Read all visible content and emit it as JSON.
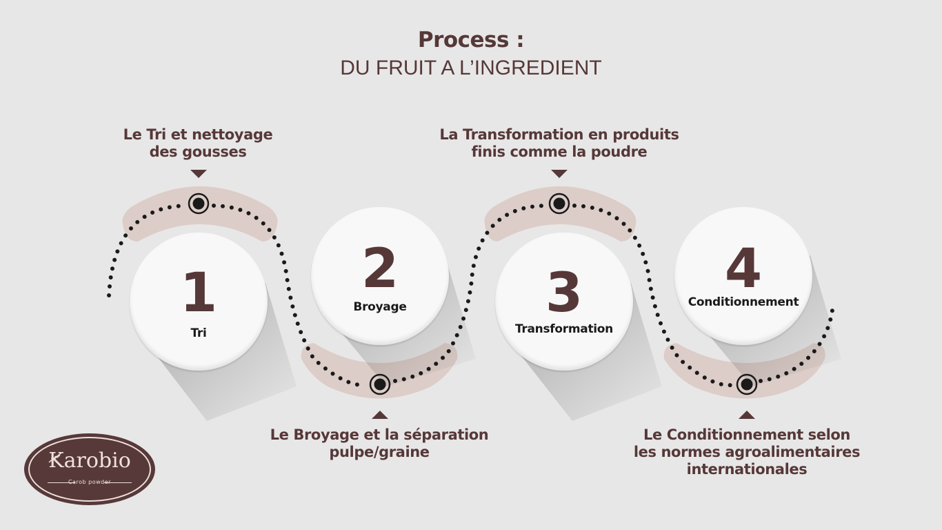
{
  "header": {
    "title": "Process :",
    "subtitle": "DU FRUIT A L’INGREDIENT"
  },
  "steps": [
    {
      "number": "1",
      "name": "Tri",
      "description_lines": [
        "Le Tri et nettoyage",
        "des gousses"
      ],
      "label_position": "top"
    },
    {
      "number": "2",
      "name": "Broyage",
      "description_lines": [
        "Le Broyage et la séparation",
        "pulpe/graine"
      ],
      "label_position": "bottom"
    },
    {
      "number": "3",
      "name": "Transformation",
      "description_lines": [
        "La Transformation en produits",
        "finis comme la poudre"
      ],
      "label_position": "top"
    },
    {
      "number": "4",
      "name": "Conditionnement",
      "description_lines": [
        "Le Conditionnement selon",
        "les normes agroalimentaires",
        "internationales"
      ],
      "label_position": "bottom"
    }
  ],
  "logo": {
    "name": "Karobio",
    "tagline": "Carob powder",
    "icon": "wheat-icon"
  },
  "colors": {
    "background": "#e8e7e7",
    "primary_brown": "#563838",
    "band": "#dccdc8",
    "circle": "#f8f8f8",
    "dots": "#1a1a1a"
  }
}
